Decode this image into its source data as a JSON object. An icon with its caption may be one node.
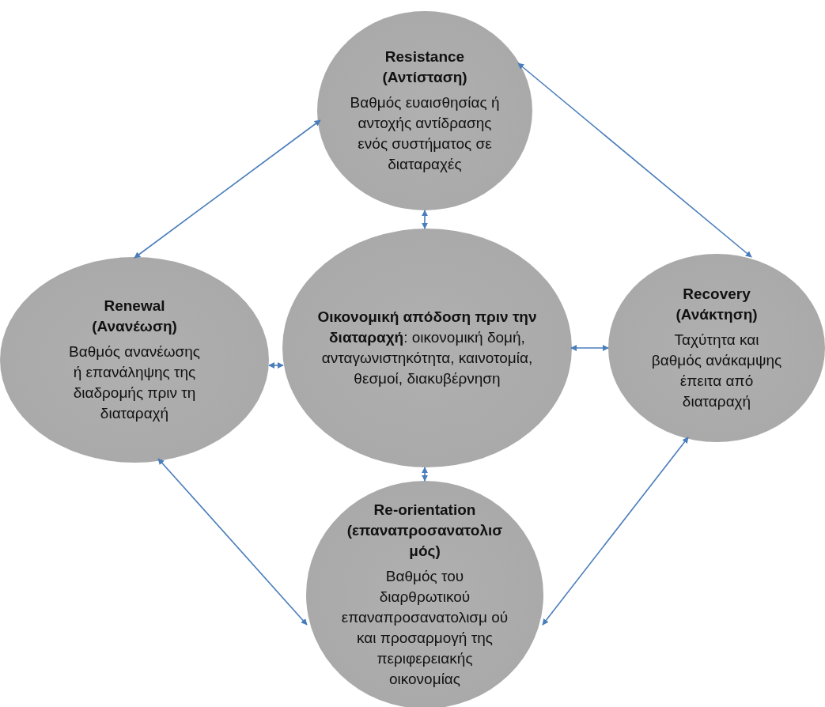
{
  "diagram": {
    "nodes": [
      {
        "text": [
          "Resistance (Αντίσταση)",
          "Βαθμός ευαισθησίας ή αντοχής αντίδρασης ενός συστήματος σε διαταραχές"
        ]
      },
      {
        "text": [
          "Renewal (Ανανέωση)",
          "Βαθμός ανανέωσης ή επανάληψης της διαδρομής πριν τη διαταραχή"
        ]
      },
      {
        "text": [
          "**Οικονομική απόδοση πριν την διαταραχή**: οικονομική δομή, ανταγωνιστηκότητα, καινοτομία, θεσμοί, διακυβέρνηση"
        ]
      },
      {
        "text": [
          "Recovery (Ανάκτηση)",
          "Ταχύτητα και βαθμός ανάκαμψης έπειτα από διαταραχή"
        ]
      },
      {
        "text": [
          "Re-orientation (επαναπροσανατολισ μός)",
          "Βαθμός του διαρθρωτικού επαναπροσανατολισμ ού και προσαρμογή της περιφερειακής οικονομίας"
        ]
      }
    ],
    "edges": [
      {
        "from": 0,
        "to": 1,
        "arrow": "both"
      },
      {
        "from": 0,
        "to": 3,
        "arrow": "both"
      },
      {
        "from": 0,
        "to": 2,
        "arrow": "both"
      },
      {
        "from": 1,
        "to": 2,
        "arrow": "both"
      },
      {
        "from": 2,
        "to": 3,
        "arrow": "both"
      },
      {
        "from": 2,
        "to": 4,
        "arrow": "both"
      },
      {
        "from": 1,
        "to": 4,
        "arrow": "both"
      },
      {
        "from": 3,
        "to": 4,
        "arrow": "both"
      }
    ]
  }
}
